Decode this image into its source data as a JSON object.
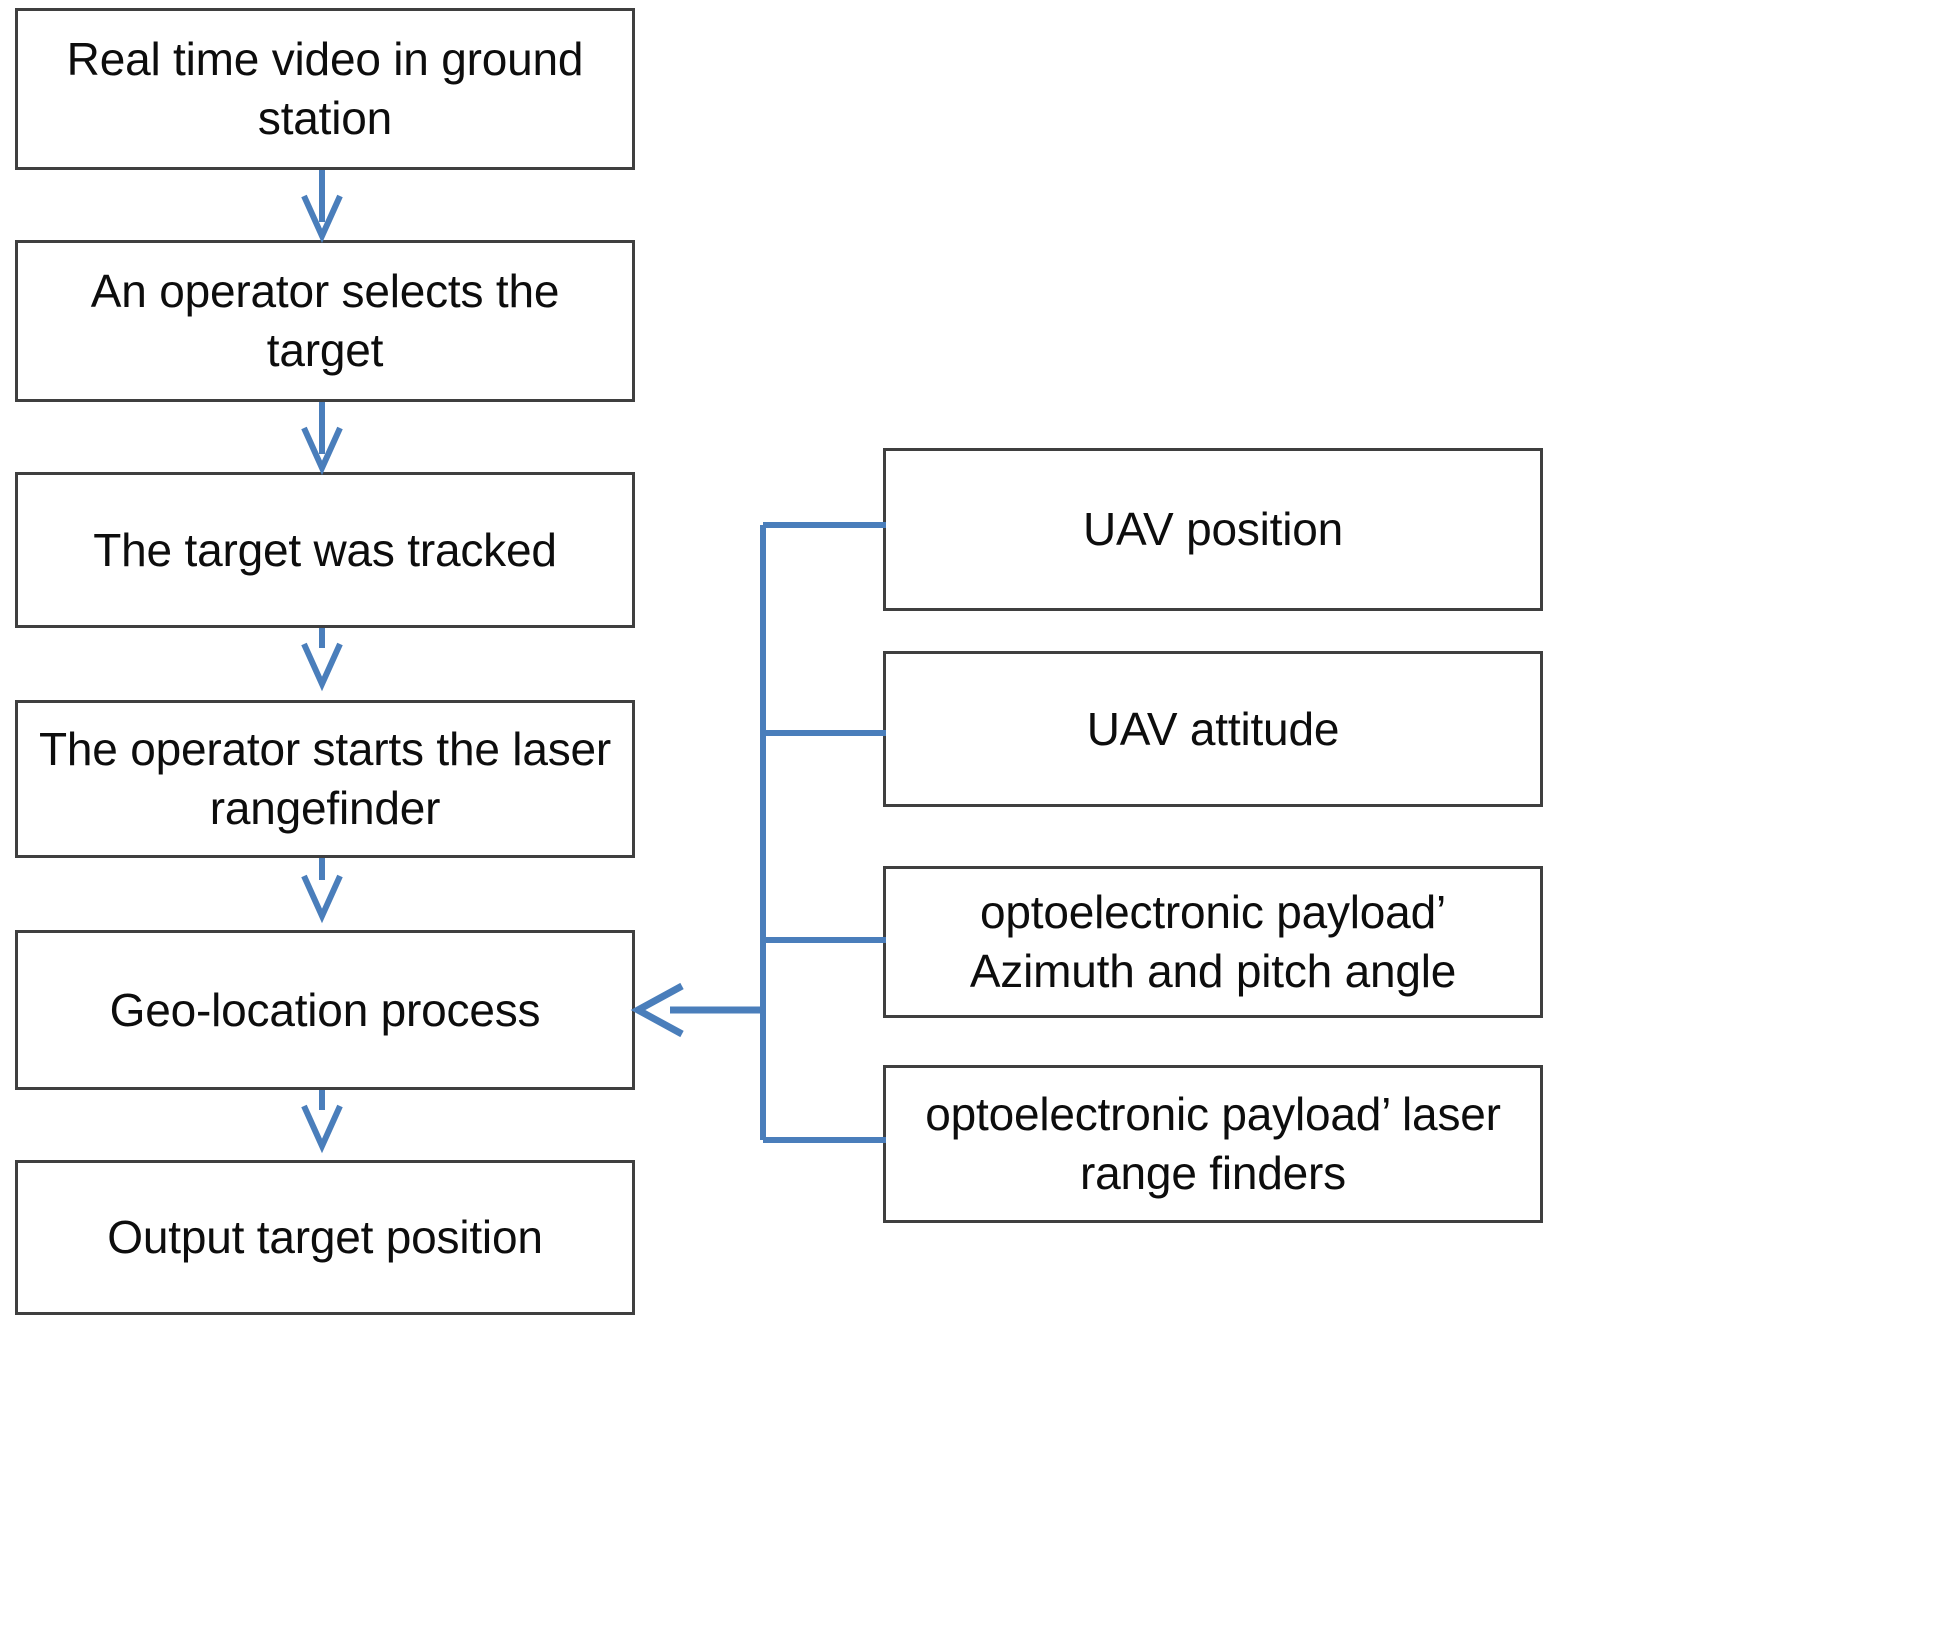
{
  "diagram": {
    "title": "UAV target geo-location workflow flowchart",
    "accent_color": "#4a7ebb",
    "box_border_color": "#3f3f3f",
    "text_color": "#0d0d0d",
    "background_color": "#ffffff"
  },
  "main_flow": {
    "steps": [
      {
        "id": "step-1",
        "label": "Real time video in ground station"
      },
      {
        "id": "step-2",
        "label": "An operator selects the target"
      },
      {
        "id": "step-3",
        "label": "The target was tracked"
      },
      {
        "id": "step-4",
        "label": "The operator starts the laser rangefinder"
      },
      {
        "id": "step-5",
        "label": "Geo-location process"
      },
      {
        "id": "step-6",
        "label": "Output target position"
      }
    ]
  },
  "inputs": {
    "items": [
      {
        "id": "input-1",
        "label": "UAV position"
      },
      {
        "id": "input-2",
        "label": "UAV attitude"
      },
      {
        "id": "input-3",
        "label": "optoelectronic payload’ Azimuth and pitch angle"
      },
      {
        "id": "input-4",
        "label": "optoelectronic payload’ laser range finders"
      }
    ]
  },
  "connectors": {
    "vertical_arrows": [
      {
        "from": "step-1",
        "to": "step-2"
      },
      {
        "from": "step-2",
        "to": "step-3"
      },
      {
        "from": "step-3",
        "to": "step-4"
      },
      {
        "from": "step-4",
        "to": "step-5"
      },
      {
        "from": "step-5",
        "to": "step-6"
      }
    ],
    "input_arrow": {
      "from": "inputs",
      "to": "step-5",
      "direction": "left"
    }
  }
}
